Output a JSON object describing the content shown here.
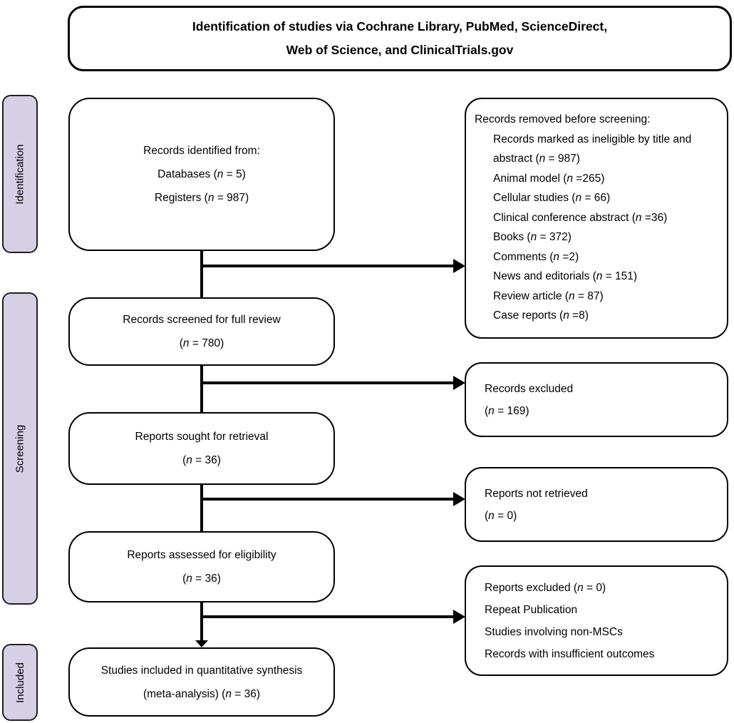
{
  "title": {
    "lines": [
      "Identification of studies via Cochrane Library, PubMed, ScienceDirect,",
      "Web of Science, and ClinicalTrials.gov"
    ]
  },
  "sidebar": {
    "identification": "Identification",
    "screening": "Screening",
    "included": "Included"
  },
  "colors": {
    "sidebar_fill": "#d7cfe6",
    "border": "#000000",
    "background": "#ffffff",
    "text": "#000000"
  },
  "boxes": {
    "records_identified": {
      "lines": [
        [
          {
            "t": "Records identified from:"
          }
        ],
        [
          {
            "t": "Databases ("
          },
          {
            "t": "n",
            "i": true
          },
          {
            "t": " = 5)"
          }
        ],
        [
          {
            "t": "Registers ("
          },
          {
            "t": "n",
            "i": true
          },
          {
            "t": " = 987)"
          }
        ]
      ]
    },
    "records_screened": {
      "lines": [
        [
          {
            "t": "Records screened for full review"
          }
        ],
        [
          {
            "t": "("
          },
          {
            "t": "n",
            "i": true
          },
          {
            "t": " = 780)"
          }
        ]
      ]
    },
    "reports_sought": {
      "lines": [
        [
          {
            "t": "Reports sought for retrieval"
          }
        ],
        [
          {
            "t": "("
          },
          {
            "t": "n",
            "i": true
          },
          {
            "t": " = 36)"
          }
        ]
      ]
    },
    "reports_assessed": {
      "lines": [
        [
          {
            "t": "Reports assessed for eligibility"
          }
        ],
        [
          {
            "t": "("
          },
          {
            "t": "n",
            "i": true
          },
          {
            "t": " = 36)"
          }
        ]
      ]
    },
    "studies_included": {
      "lines": [
        [
          {
            "t": "Studies included in quantitative synthesis"
          }
        ],
        [
          {
            "t": "(meta-analysis) ("
          },
          {
            "t": "n",
            "i": true
          },
          {
            "t": " = 36)"
          }
        ]
      ]
    },
    "records_removed": {
      "header": [
        {
          "t": "Records removed before screening:"
        }
      ],
      "items": [
        [
          {
            "t": "Records marked as ineligible by title and abstract ("
          },
          {
            "t": "n",
            "i": true
          },
          {
            "t": " = 987)"
          }
        ],
        [
          {
            "t": "Animal model ("
          },
          {
            "t": "n",
            "i": true
          },
          {
            "t": " =265)"
          }
        ],
        [
          {
            "t": "Cellular studies ("
          },
          {
            "t": "n",
            "i": true
          },
          {
            "t": " = 66)"
          }
        ],
        [
          {
            "t": "Clinical conference abstract ("
          },
          {
            "t": "n",
            "i": true
          },
          {
            "t": " =36)"
          }
        ],
        [
          {
            "t": "Books ("
          },
          {
            "t": "n",
            "i": true
          },
          {
            "t": " = 372)"
          }
        ],
        [
          {
            "t": "Comments ("
          },
          {
            "t": "n",
            "i": true
          },
          {
            "t": " =2)"
          }
        ],
        [
          {
            "t": "News and editorials ("
          },
          {
            "t": "n",
            "i": true
          },
          {
            "t": " = 151)"
          }
        ],
        [
          {
            "t": "Review article ("
          },
          {
            "t": "n",
            "i": true
          },
          {
            "t": " = 87)"
          }
        ],
        [
          {
            "t": "Case reports ("
          },
          {
            "t": "n",
            "i": true
          },
          {
            "t": " =8)"
          }
        ]
      ]
    },
    "records_excluded": {
      "lines": [
        [
          {
            "t": "Records excluded"
          }
        ],
        [
          {
            "t": "("
          },
          {
            "t": "n",
            "i": true
          },
          {
            "t": " = 169)"
          }
        ]
      ]
    },
    "reports_not_retrieved": {
      "lines": [
        [
          {
            "t": "Reports not retrieved"
          }
        ],
        [
          {
            "t": "("
          },
          {
            "t": "n",
            "i": true
          },
          {
            "t": " = 0)"
          }
        ]
      ]
    },
    "reports_excluded": {
      "lines": [
        [
          {
            "t": "Reports excluded ("
          },
          {
            "t": "n",
            "i": true
          },
          {
            "t": " = 0)"
          }
        ],
        [
          {
            "t": "Repeat Publication"
          }
        ],
        [
          {
            "t": "Studies involving non-MSCs"
          }
        ],
        [
          {
            "t": "Records with insufficient outcomes"
          }
        ]
      ]
    }
  }
}
